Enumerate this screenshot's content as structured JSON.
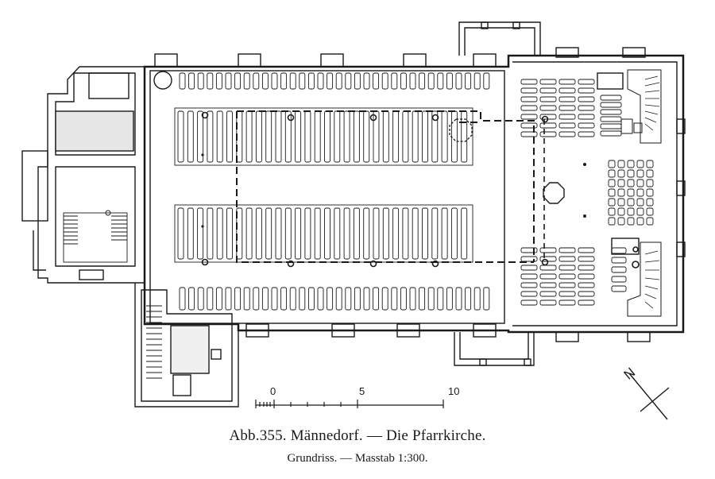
{
  "caption": {
    "title": "Abb.355. Männedorf. — Die Pfarrkirche.",
    "subtitle": "Grundriss. — Masstab 1:300."
  },
  "scale_bar": {
    "ticks": [
      "0",
      "5",
      "10"
    ]
  },
  "north_arrow": {
    "letter": "N"
  }
}
